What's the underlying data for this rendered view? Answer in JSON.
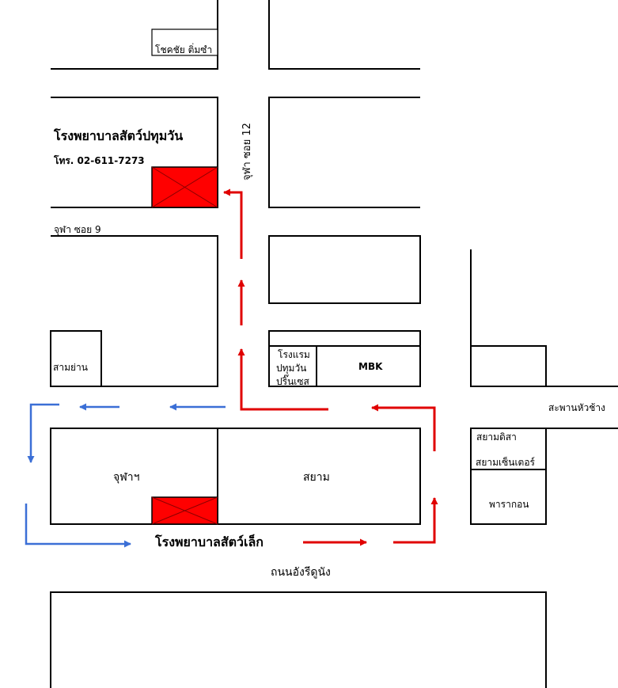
{
  "colors": {
    "background": "#ffffff",
    "line": "#000000",
    "hospital_marker": "#ff0000",
    "route_red": "#e00000",
    "route_blue": "#3b6fd6"
  },
  "labels": {
    "chokchai": "โชคชัย ติ่มซำ",
    "pathumwan_hospital": "โรงพยาบาลสัตว์ปทุมวัน",
    "phone": "โทร.  02-611-7273",
    "soi12": "จุฬา ซอย 12",
    "soi9": "จุฬา ซอย 9",
    "samyan": "สามย่าน",
    "hotel": [
      "โรงแรม",
      "ปทุมวัน",
      "ปริ๊นเซส"
    ],
    "mbk": "MBK",
    "hua_chang_bridge": "สะพานหัวช้าง",
    "chula": "จุฬาฯ",
    "siam": "สยาม",
    "siam_discovery": "สยามดิสา",
    "siam_center": "สยามเซ็นเตอร์",
    "paragon": "พารากอน",
    "small_animal_hospital": "โรงพยาบาลสัตว์เล็ก",
    "henri_dunant_road": "ถนนอังรีดูนัง"
  },
  "markers": [
    {
      "name": "pathumwan-hospital-marker",
      "type": "hospital",
      "color": "#ff0000"
    },
    {
      "name": "small-animal-hospital-marker",
      "type": "hospital",
      "color": "#ff0000"
    }
  ],
  "icons": {
    "route_arrow": "arrowhead-icon",
    "hospital": "hospital-marker-icon"
  }
}
